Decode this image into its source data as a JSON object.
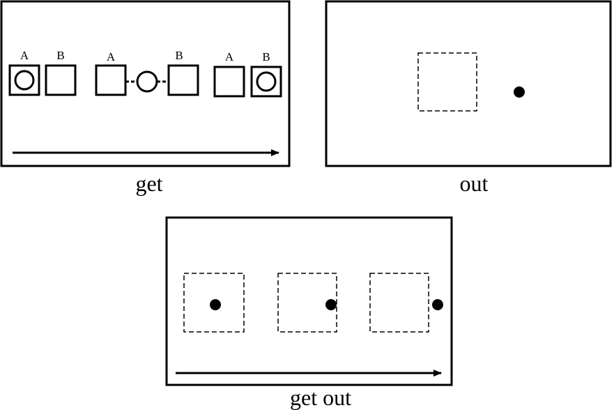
{
  "panels": {
    "get": {
      "caption": "get",
      "labels": {
        "left_a": "A",
        "left_b": "B",
        "mid_a": "A",
        "mid_b": "B",
        "right_a": "A",
        "right_b": "B"
      }
    },
    "out": {
      "caption": "out"
    },
    "get_out": {
      "caption": "get out"
    }
  },
  "colors": {
    "stroke": "#000000",
    "background": "#ffffff"
  }
}
